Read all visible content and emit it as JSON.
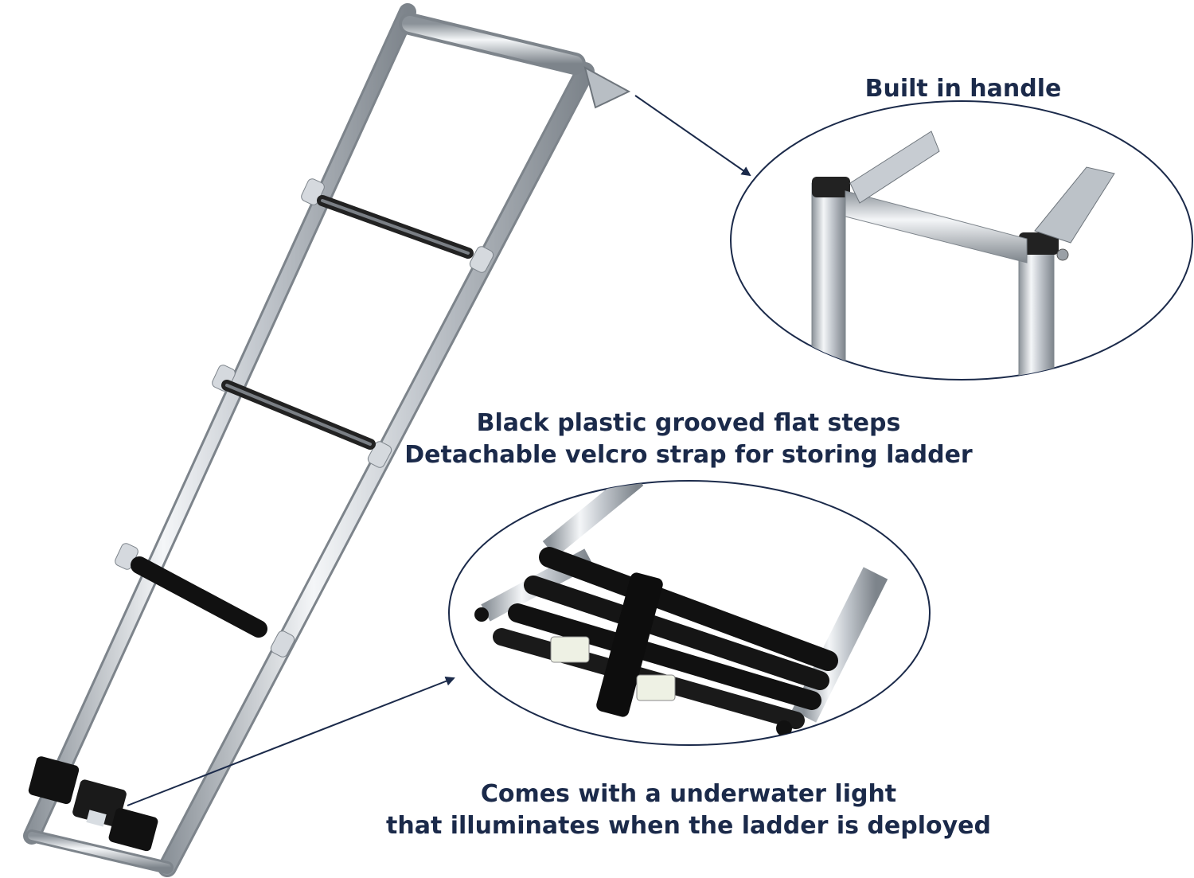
{
  "captions": {
    "handle": "Built in handle",
    "steps_line1": "Black plastic grooved flat steps",
    "steps_line2": "Detachable velcro strap for storing ladder",
    "light_line1": "Comes with a underwater light",
    "light_line2": "that illuminates when the ladder is deployed"
  },
  "colors": {
    "caption_text": "#1b2a4a",
    "callout_outline": "#1b2a4a",
    "arrow": "#1b2a4a",
    "steel": "#c9ced4",
    "step_black": "#1a1a1a"
  },
  "icons": {
    "arrow": "arrow-icon"
  }
}
